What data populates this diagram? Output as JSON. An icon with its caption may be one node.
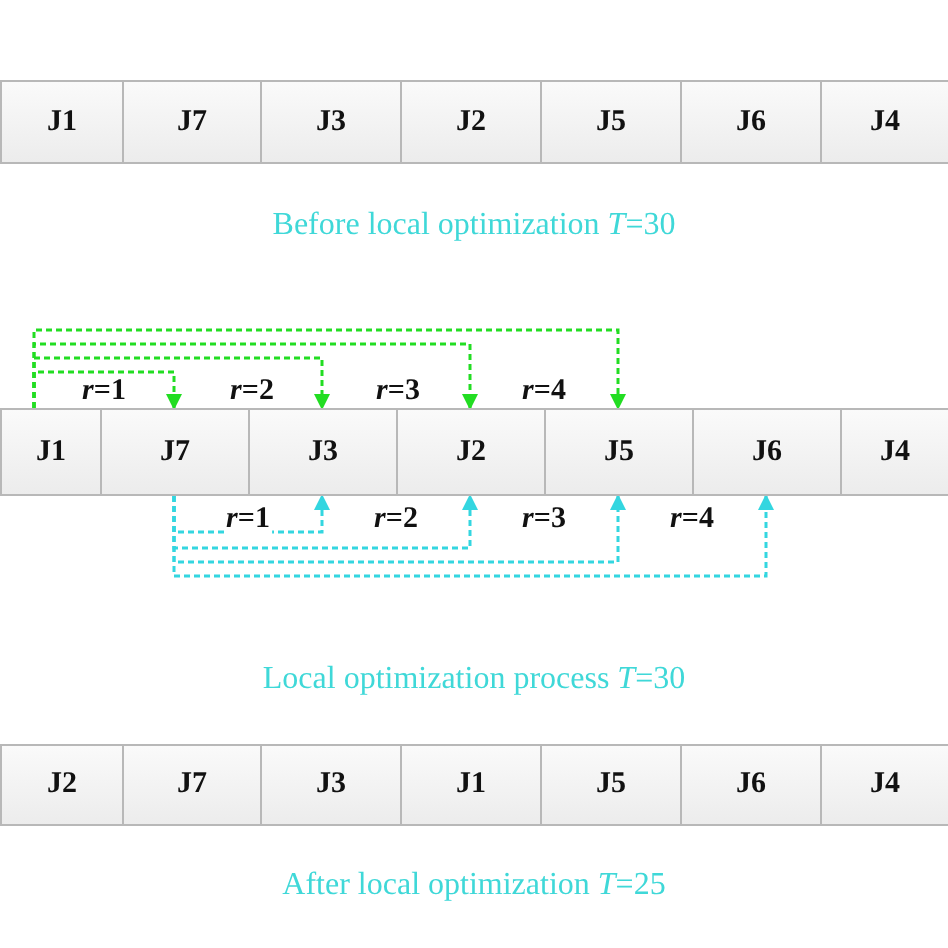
{
  "diagram": {
    "nodes": [
      {
        "text": [
          "J1"
        ]
      },
      {
        "text": [
          "J7"
        ]
      },
      {
        "text": [
          "J3"
        ]
      },
      {
        "text": [
          "J2"
        ]
      },
      {
        "text": [
          "J5"
        ]
      },
      {
        "text": [
          "J6"
        ]
      },
      {
        "text": [
          "J4"
        ]
      },
      {
        "text": [
          "J1"
        ]
      },
      {
        "text": [
          "J7"
        ]
      },
      {
        "text": [
          "J3"
        ]
      },
      {
        "text": [
          "J2"
        ]
      },
      {
        "text": [
          "J5"
        ]
      },
      {
        "text": [
          "J6"
        ]
      },
      {
        "text": [
          "J4"
        ]
      },
      {
        "text": [
          "J2"
        ]
      },
      {
        "text": [
          "J7"
        ]
      },
      {
        "text": [
          "J3"
        ]
      },
      {
        "text": [
          "J1"
        ]
      },
      {
        "text": [
          "J5"
        ]
      },
      {
        "text": [
          "J6"
        ]
      },
      {
        "text": [
          "J4"
        ]
      }
    ],
    "edges": [
      {
        "from": 7,
        "to": 8,
        "arrow": "to",
        "label": "*r*=1",
        "style": "dashed",
        "color": "#22dd22"
      },
      {
        "from": 7,
        "to": 9,
        "arrow": "to",
        "label": "*r*=2",
        "style": "dashed",
        "color": "#22dd22"
      },
      {
        "from": 7,
        "to": 10,
        "arrow": "to",
        "label": "*r*=3",
        "style": "dashed",
        "color": "#22dd22"
      },
      {
        "from": 7,
        "to": 11,
        "arrow": "to",
        "label": "*r*=4",
        "style": "dashed",
        "color": "#22dd22"
      },
      {
        "from": 8,
        "to": 9,
        "arrow": "to",
        "label": "*r*=1",
        "style": "dashed",
        "color": "#33d6e0"
      },
      {
        "from": 8,
        "to": 10,
        "arrow": "to",
        "label": "*r*=2",
        "style": "dashed",
        "color": "#33d6e0"
      },
      {
        "from": 8,
        "to": 11,
        "arrow": "to",
        "label": "*r*=3",
        "style": "dashed",
        "color": "#33d6e0"
      },
      {
        "from": 8,
        "to": 12,
        "arrow": "to",
        "label": "*r*=4",
        "style": "dashed",
        "color": "#33d6e0"
      }
    ],
    "labels": [
      "Before local optimization *T*=30",
      "Local optimization process *T*=30",
      "After local optimization *T*=25"
    ]
  }
}
